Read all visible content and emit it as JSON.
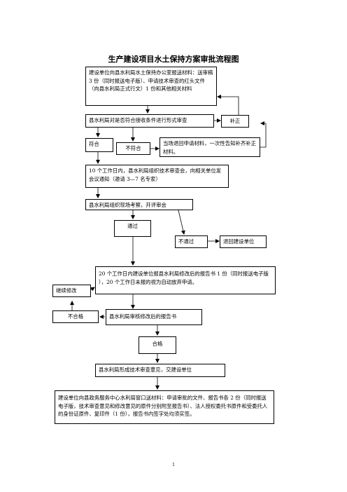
{
  "title": "生产建设项目水土保持方案审批流程图",
  "nodes": {
    "submit": "建设单位向县水利局水土保持办公室报送材料：送审稿 3 份（同时报送电子版）、申请技术审查的红头文件（向县水利局正式行文）1 份和其他相关材料",
    "form_check": "县水利局对是否符合接收条件进行形式审查",
    "supplement": "补正",
    "conform": "符合",
    "not_conform": "不符合",
    "return_notice": "当场退回申请材料，一次性告知补齐补正材料。",
    "expert_meeting": "10 个工作日内，县水利局组织技术审查会，向相关单位发会议通知（邀请 3—7 名专家）",
    "site_review": "县水利局组织现场考察，开评审会",
    "pass": "通过",
    "fail": "不通过",
    "return_unit": "退回建设单位",
    "report_submit": "20 个工作日内建设单位报县水利局修改后的报告书 1 份（同时报送电子版 ），20 个工作日未报的视为自动放弃申请。",
    "continue_modify": "继续修改",
    "unqualified": "不合格",
    "review_report": "县水利局审核修改后的报告书",
    "qualified": "合格",
    "tech_opinion": "县水利局形成技术审查意见，交建设单位",
    "final_submit": "建设单位向县政务服务中心水利局窗口送材料：申请审批的文件、报告书各 2 份（同时报送电子版，技术审查意见和修改意见的原件分别附至报告书）、法人授权委托书原件和受委托人的身份证原件、复印件（1 份），报告书内签字处均须实签。"
  },
  "page_number": "1"
}
